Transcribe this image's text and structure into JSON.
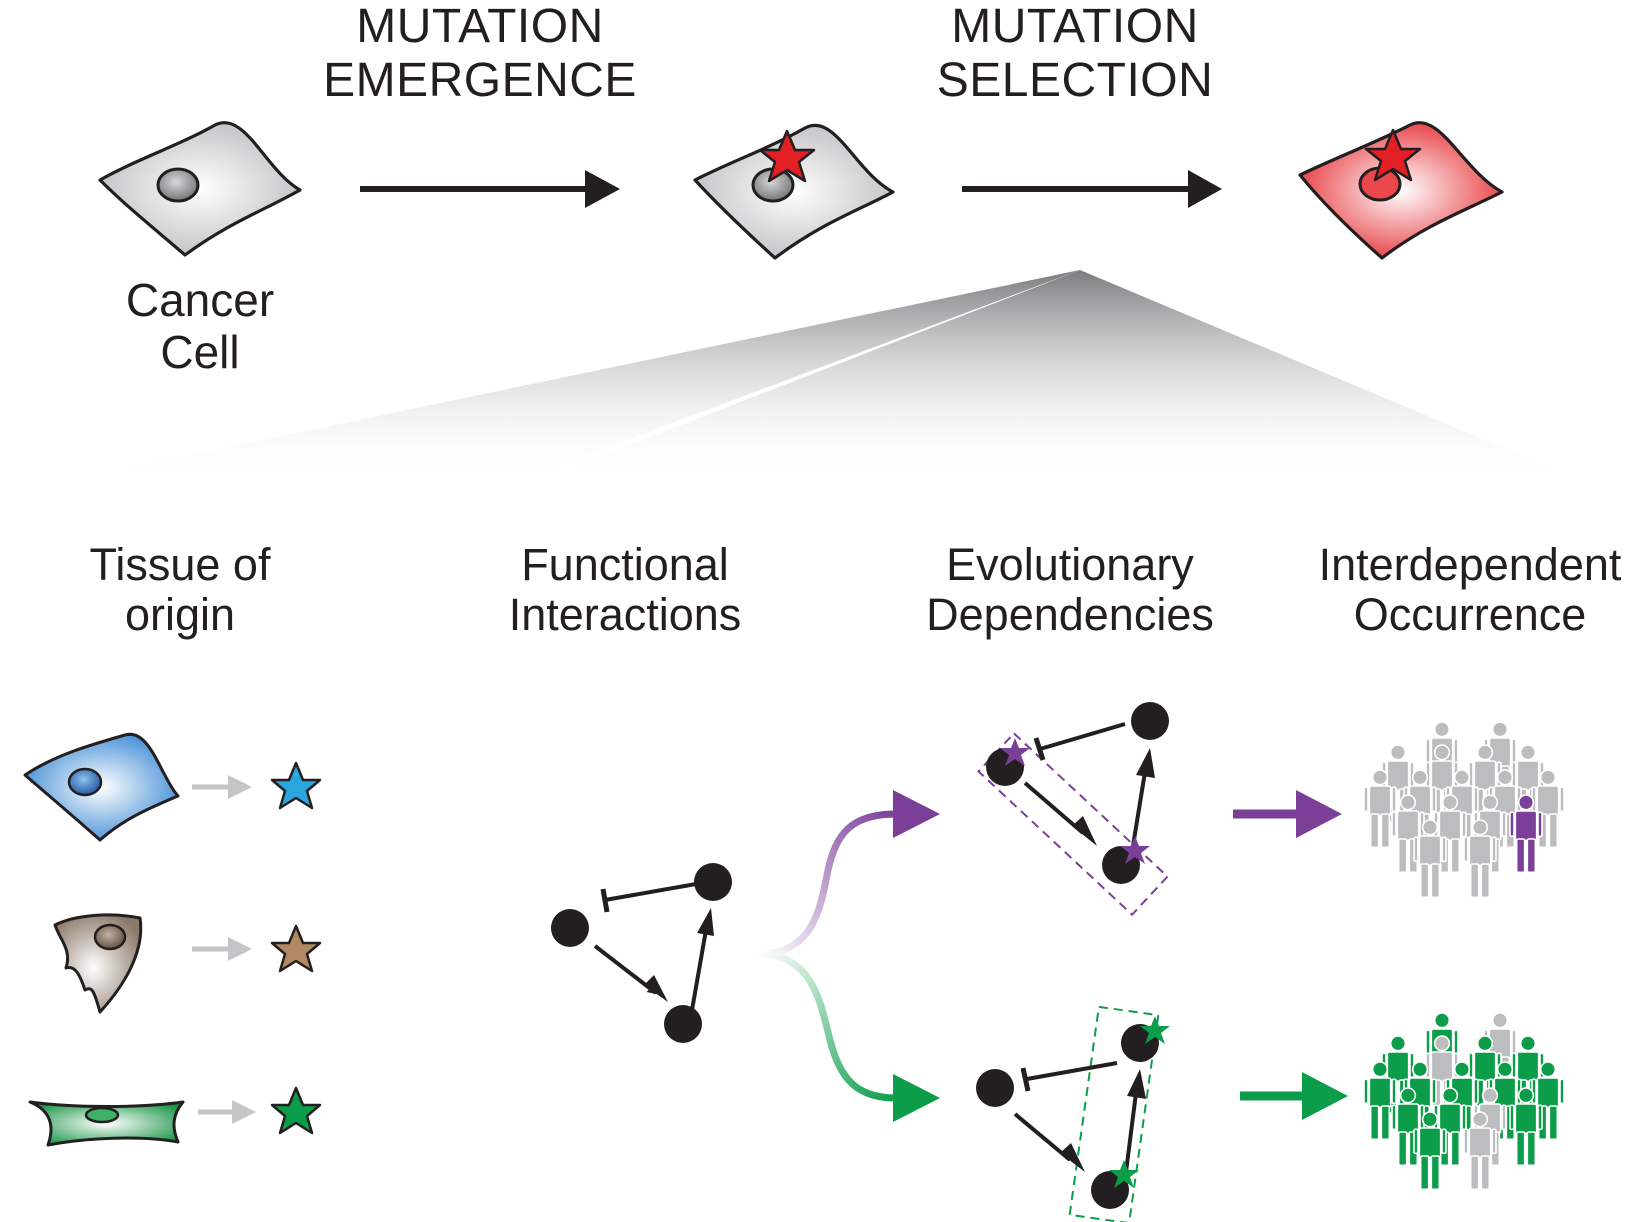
{
  "top": {
    "step1": {
      "line1": "MUTATION",
      "line2": "EMERGENCE"
    },
    "step2": {
      "line1": "MUTATION",
      "line2": "SELECTION"
    },
    "cell_label": {
      "line1": "Cancer",
      "line2": "Cell"
    }
  },
  "factors": {
    "tissue": {
      "line1": "Tissue of",
      "line2": "origin"
    },
    "functional": {
      "line1": "Functional",
      "line2": "Interactions"
    },
    "evolutionary": {
      "line1": "Evolutionary",
      "line2": "Dependencies"
    },
    "interdependent": {
      "line1": "Interdependent",
      "line2": "Occurrence"
    }
  },
  "colors": {
    "ink": "#231f20",
    "cell_grey": "#cfd0d2",
    "mutant_red": "#e31e24",
    "tissue_blue": "#2aa7df",
    "tissue_tan": "#b08a63",
    "tissue_green": "#0c9d4a",
    "evo_purple": "#7b3f98",
    "evo_green": "#0c9d4a",
    "people_grey": "#bcbdbf"
  }
}
